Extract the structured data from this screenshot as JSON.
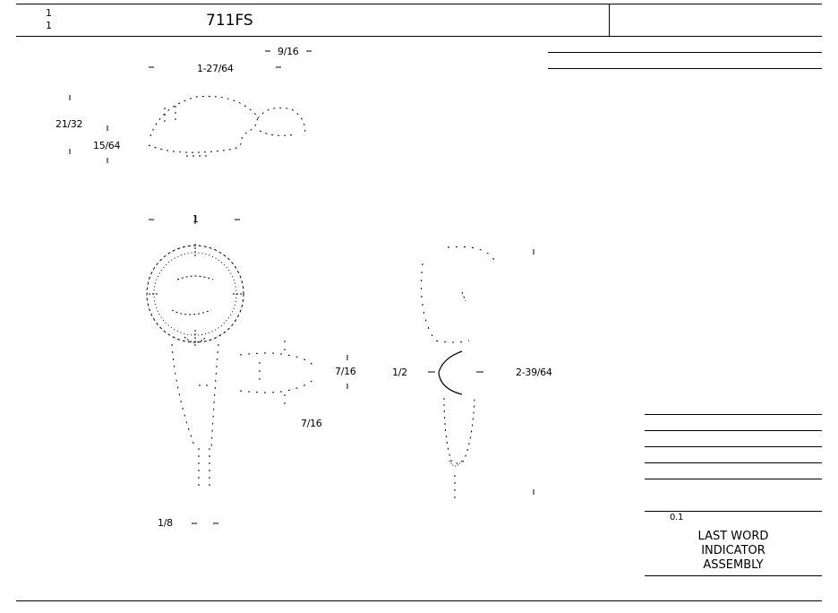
{
  "header": {
    "sheet_top": "1",
    "sheet_bottom": "1",
    "part_number": "711FS"
  },
  "dimensions": {
    "d_9_16": "9/16",
    "d_1_27_64": "1-27/64",
    "d_21_32": "21/32",
    "d_15_64": "15/64",
    "d_1": "1",
    "d_7_16_a": "7/16",
    "d_7_16_b": "7/16",
    "d_1_2": "1/2",
    "d_2_39_64": "2-39/64",
    "d_1_8": "1/8"
  },
  "title_block": {
    "revision": "0.1",
    "line1": "LAST WORD",
    "line2": "INDICATOR",
    "line3": "ASSEMBLY"
  }
}
